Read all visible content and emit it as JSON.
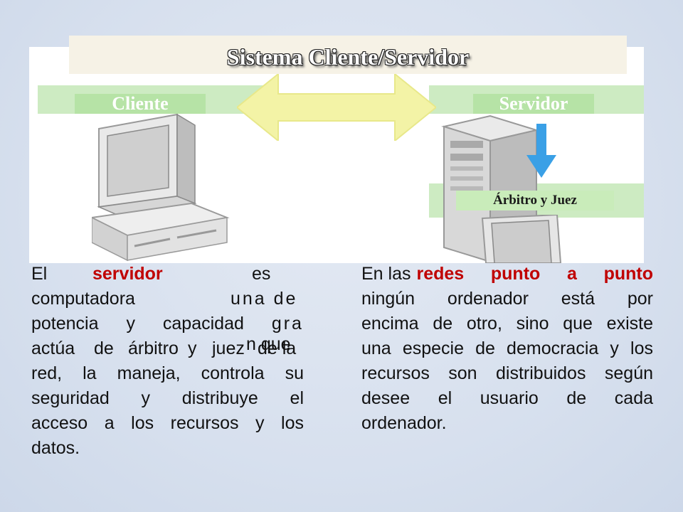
{
  "diagram": {
    "title": "Sistema Cliente/Servidor",
    "client_label": "Cliente",
    "server_label": "Servidor",
    "arbitro_label": "Árbitro y Juez"
  },
  "left_text": {
    "l1_a": "El",
    "l1_b": "servidor",
    "l1_c": "es",
    "l2_a": "computadora",
    "l2_b": "una de",
    "l3_a": "potencia",
    "l3_b": "y",
    "l3_c": "capacidad",
    "l3_d": "gra",
    "l4_a": "actúa",
    "l4_b": "de",
    "l4_c": "árbitro",
    "l4_d": "y",
    "l4_e": "juez",
    "l4_f": "de la",
    "l4_overlap": "n que",
    "l5": "red, la maneja, controla su",
    "l6": "seguridad y distribuye el",
    "l7": "acceso a los recursos y los",
    "l8": "datos."
  },
  "right_text": {
    "r1_a": "En las",
    "r1_b": "redes punto a punto",
    "r2": "ningún ordenador está por",
    "r3": "encima de otro, sino que existe",
    "r4": "una especie de democracia y los",
    "r5": "recursos son distribuidos según",
    "r6": "desee el usuario de cada",
    "r7": "ordenador."
  },
  "colors": {
    "background": "#d7e0ee",
    "band_green": "#cdebc2",
    "arrow_yellow": "#f3f3a6",
    "arrow_blue": "#3aa0e6",
    "emphasis_red": "#c00000"
  }
}
